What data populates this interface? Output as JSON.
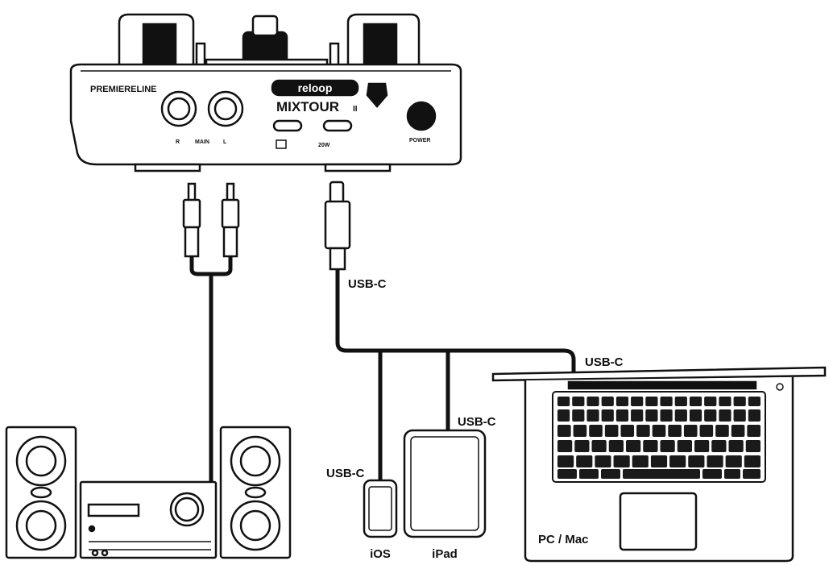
{
  "device": {
    "brand_line": "PREMIERELINE",
    "logo_text": "reloop",
    "model": "MIXTOUR",
    "model_suffix": "II",
    "jack_r": "R",
    "jack_main": "MAIN",
    "jack_l": "L",
    "power_label": "POWER",
    "usb_port_2_label": "20W"
  },
  "cables": {
    "usb_c_main": "USB-C",
    "usb_c_laptop": "USB-C",
    "usb_c_ipad": "USB-C",
    "usb_c_ios": "USB-C"
  },
  "targets": {
    "ios": "iOS",
    "ipad": "iPad",
    "pc_mac": "PC / Mac"
  },
  "colors": {
    "line": "#111111",
    "fill": "#ffffff",
    "key": "#1a1a1a"
  }
}
